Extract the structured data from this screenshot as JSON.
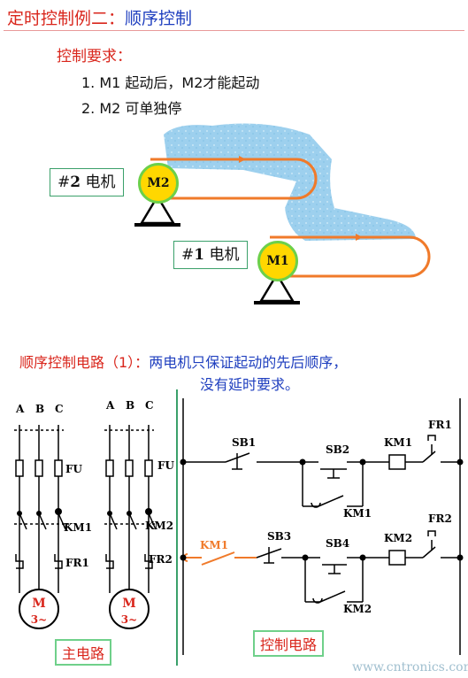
{
  "header": {
    "title_a": "定时控制例二：",
    "title_b": "顺序控制"
  },
  "requirements": {
    "title": "控制要求：",
    "items": [
      "1. M1 起动后，M2才能起动",
      "2. M2 可单独停"
    ]
  },
  "motors": [
    {
      "label_prefix": "#",
      "label_num": "2",
      "label_text": "电机",
      "motor": "M2"
    },
    {
      "label_prefix": "#",
      "label_num": "1",
      "label_text": "电机",
      "motor": "M1"
    }
  ],
  "circuit": {
    "title_red": "顺序控制电路（1）：",
    "title_blue_1": "两电机只保证起动的先后顺序，",
    "title_blue_2": "没有延时要求。",
    "phases": [
      "A",
      "B",
      "C"
    ],
    "fuse": "FU",
    "main_contactors": [
      "KM1",
      "KM2"
    ],
    "overloads": [
      "FR1",
      "FR2"
    ],
    "motor_label": "M",
    "motor_sub": "3~",
    "main_label": "主电路",
    "control_label": "控制电路",
    "row1": {
      "sb_stop": "SB1",
      "sb_start": "SB2",
      "coil": "KM1",
      "fr": "FR1",
      "aux": "KM1"
    },
    "row2": {
      "interlock": "KM1",
      "sb_stop": "SB3",
      "sb_start": "SB4",
      "coil": "KM2",
      "fr": "FR2",
      "aux": "KM2"
    }
  },
  "watermark": "www.cntronics.com",
  "colors": {
    "red": "#d9261c",
    "blue": "#1f3fbf",
    "orange": "#f07a2a",
    "motor_yellow": "#ffd700",
    "motor_green": "#6cd04a",
    "water": "#9dd0ee"
  }
}
